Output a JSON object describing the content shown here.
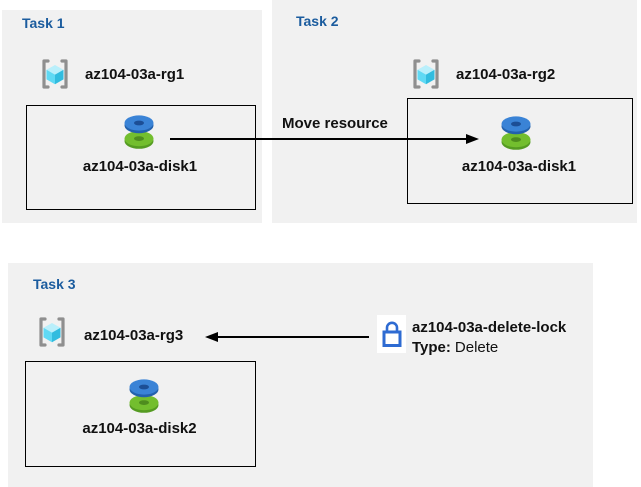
{
  "diagram": {
    "tasks": [
      {
        "title": "Task 1",
        "resource_group": "az104-03a-rg1",
        "resource": "az104-03a-disk1"
      },
      {
        "title": "Task 2",
        "resource_group": "az104-03a-rg2",
        "resource": "az104-03a-disk1"
      },
      {
        "title": "Task 3",
        "resource_group": "az104-03a-rg3",
        "resource": "az104-03a-disk2"
      }
    ],
    "move_arrow": {
      "label": "Move resource"
    },
    "lock": {
      "name": "az104-03a-delete-lock",
      "type_label": "Type:",
      "type_value": "Delete"
    },
    "icons": {
      "resource_group": "resource-group-icon",
      "disk": "managed-disk-icon",
      "lock": "delete-lock-icon"
    },
    "colors": {
      "panel_bg": "#F1F1F1",
      "title_blue": "#1B5C9E",
      "box_border": "#000000",
      "lock_blue": "#2E6BD2",
      "bracket_gray": "#8F8F8F",
      "cube_top": "#B9EFFB",
      "cube_left": "#5FD9F4",
      "cube_right": "#31BCDF",
      "disk_blue": "#3A83D6",
      "disk_green": "#73BE2E"
    }
  }
}
